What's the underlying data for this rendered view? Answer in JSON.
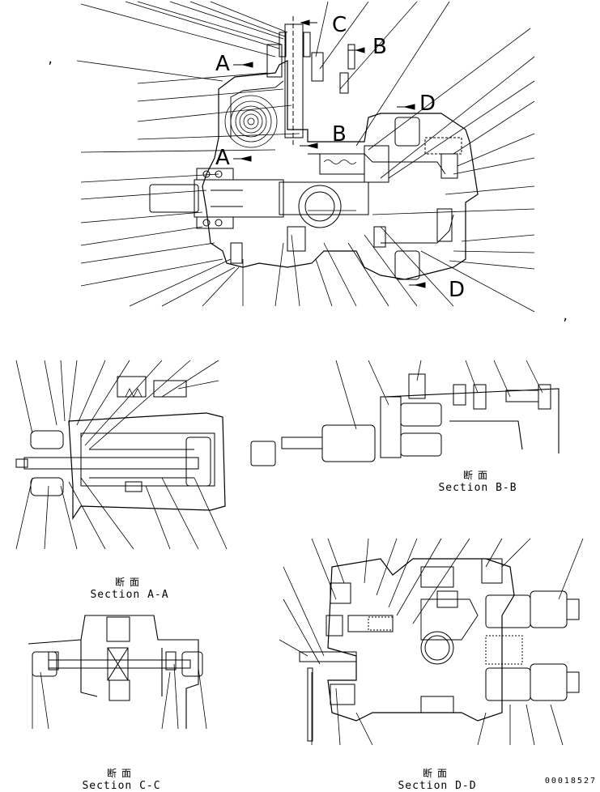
{
  "section_markers": {
    "a_top": "A",
    "a_mid": "A",
    "b_top": "B",
    "b_mid": "B",
    "c_top": "C",
    "d_top": "D",
    "d_bottom": "D"
  },
  "captions": {
    "section_aa": {
      "jp": "断面",
      "en": "Section A-A"
    },
    "section_bb": {
      "jp": "断面",
      "en": "Section B-B"
    },
    "section_cc": {
      "jp": "断面",
      "en": "Section C-C"
    },
    "section_dd": {
      "jp": "断面",
      "en": "Section D-D"
    }
  },
  "document_number": "00018527",
  "tick_marks": [
    ",",
    ","
  ]
}
